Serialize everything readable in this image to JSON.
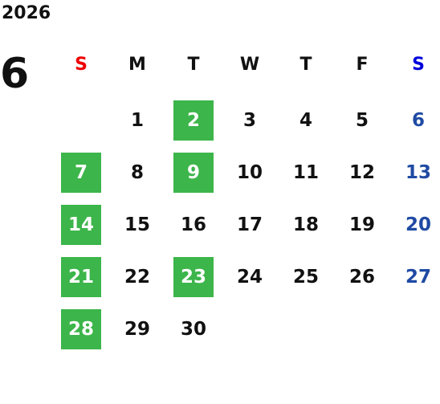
{
  "calendar": {
    "year": "2026",
    "month": "6",
    "weekdays": [
      "S",
      "M",
      "T",
      "W",
      "T",
      "F",
      "S"
    ],
    "weekday_colors": [
      "#ee0000",
      "#111111",
      "#111111",
      "#111111",
      "#111111",
      "#111111",
      "#0000dd"
    ],
    "saturday_date_color": "#1f4aa3",
    "highlight_color": "#3cb54a",
    "first_weekday_index": 1,
    "days_in_month": 30,
    "highlighted_days": [
      2,
      7,
      9,
      14,
      21,
      23,
      28
    ]
  }
}
